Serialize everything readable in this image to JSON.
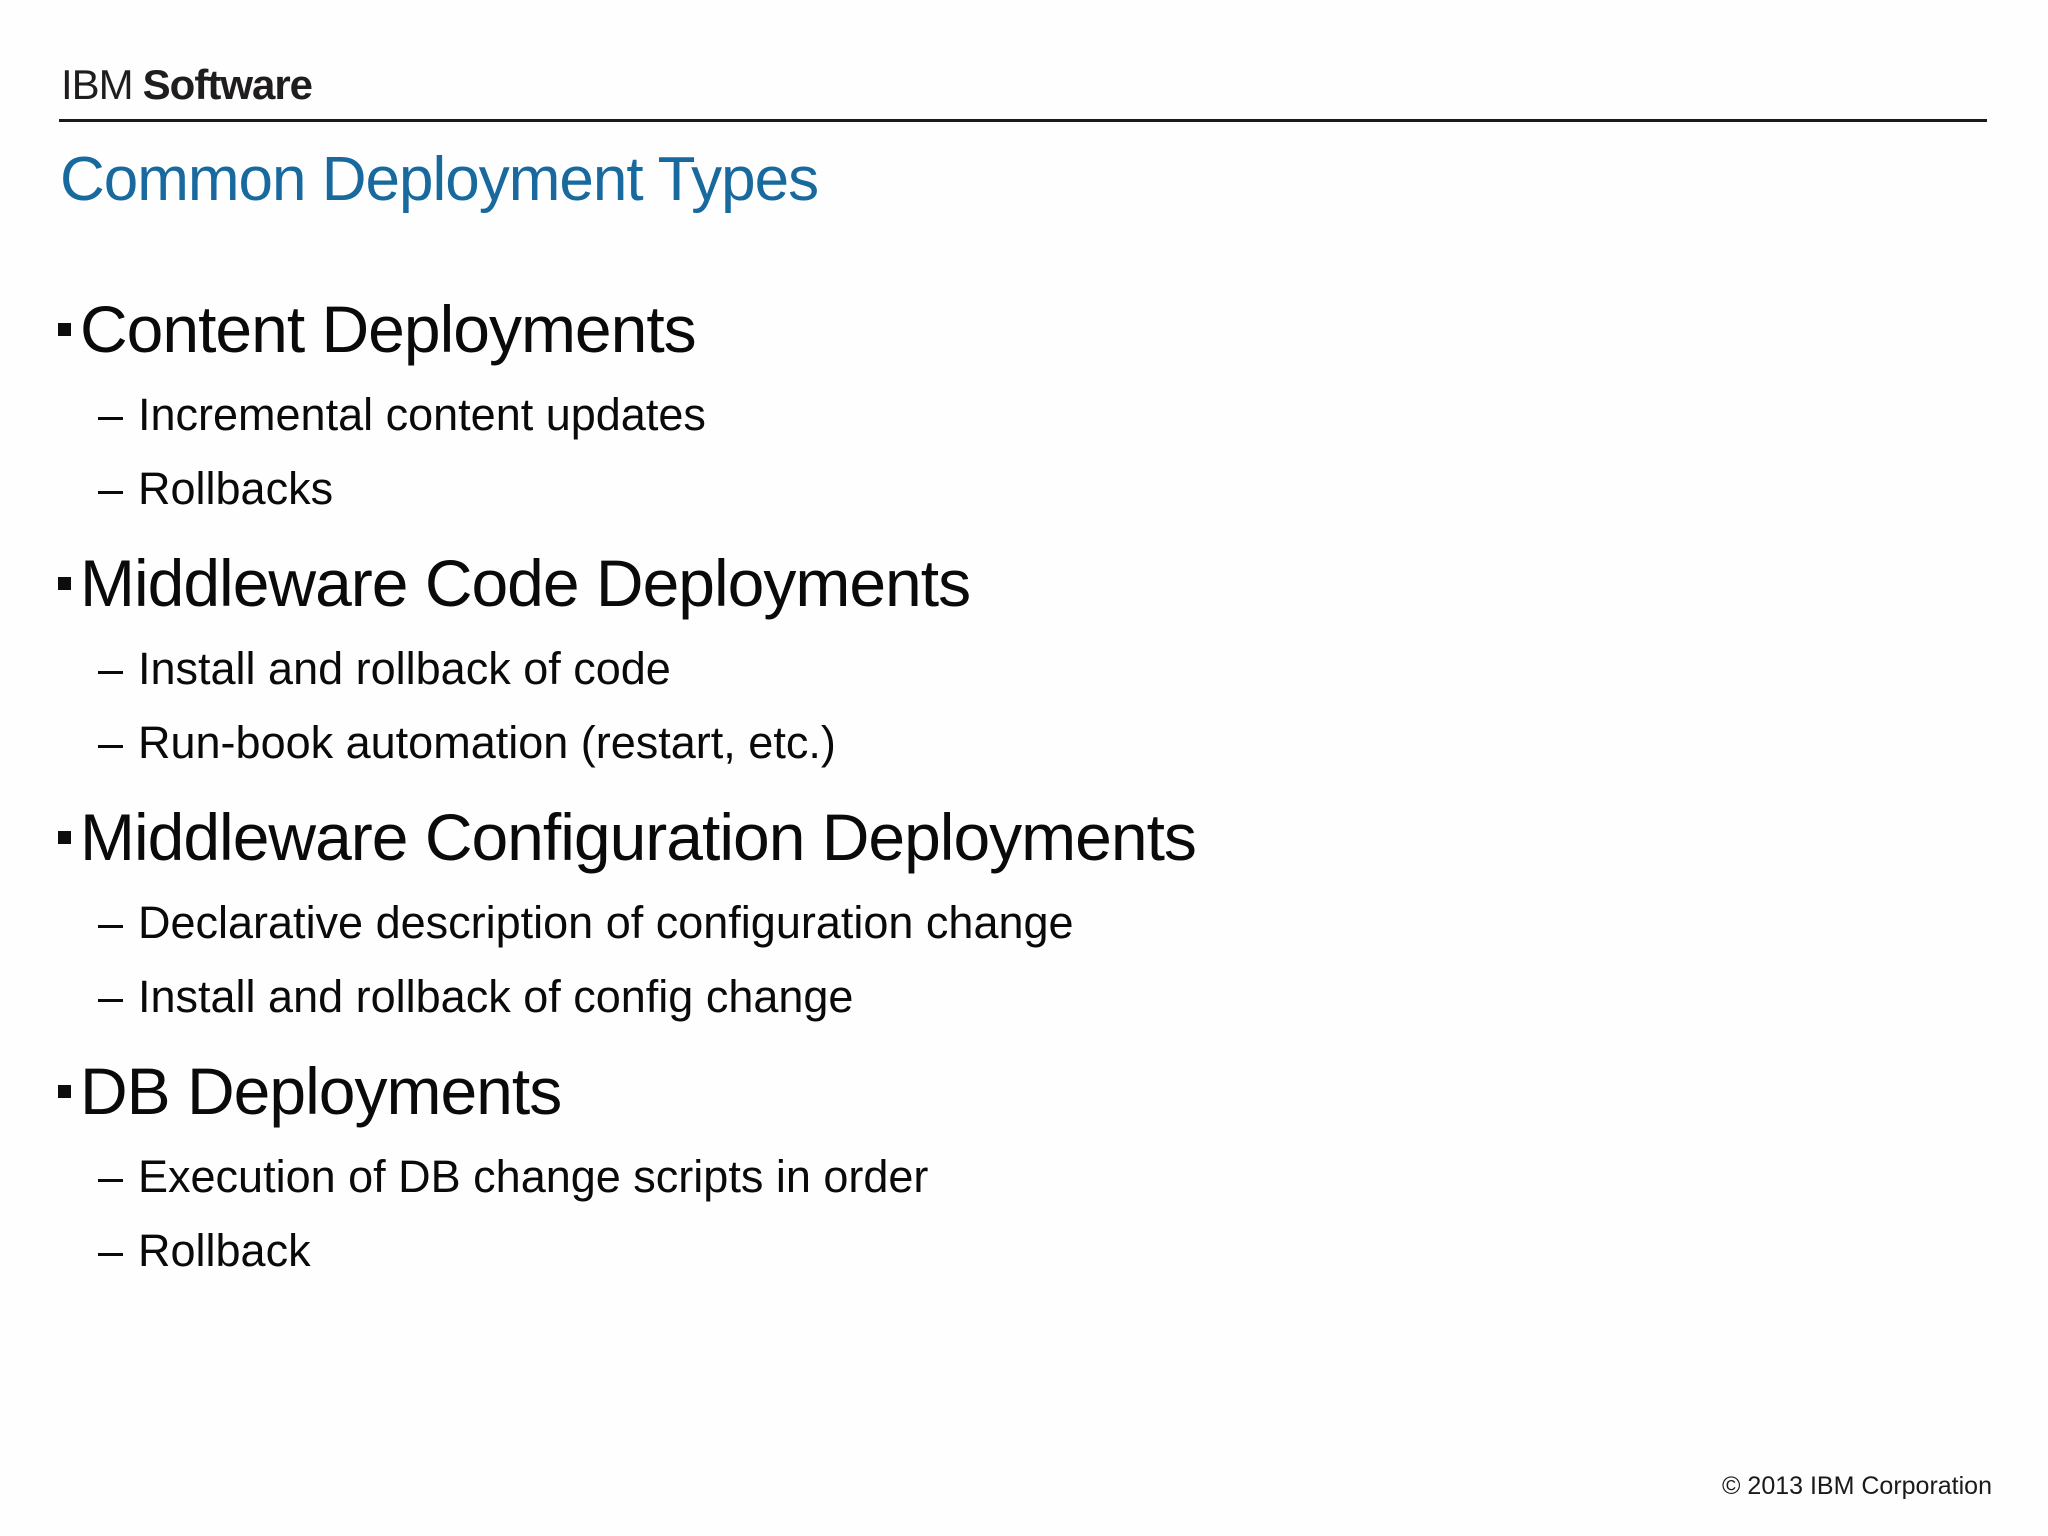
{
  "slide": {
    "brand": {
      "ibm": "IBM",
      "software": "Software"
    },
    "title": "Common Deployment Types",
    "title_color": "#17699e",
    "sub_bullet_char": "–",
    "sections": [
      {
        "heading": "Content Deployments",
        "items": [
          "Incremental content updates",
          "Rollbacks"
        ]
      },
      {
        "heading": "Middleware Code Deployments",
        "items": [
          "Install and rollback of code",
          "Run-book automation (restart, etc.)"
        ]
      },
      {
        "heading": "Middleware Configuration Deployments",
        "items": [
          "Declarative description of configuration change",
          "Install and rollback of config change"
        ]
      },
      {
        "heading": "DB Deployments",
        "items": [
          "Execution of DB change scripts in order",
          "Rollback"
        ]
      }
    ],
    "footer": {
      "copyright": "© 2013 IBM Corporation"
    }
  }
}
